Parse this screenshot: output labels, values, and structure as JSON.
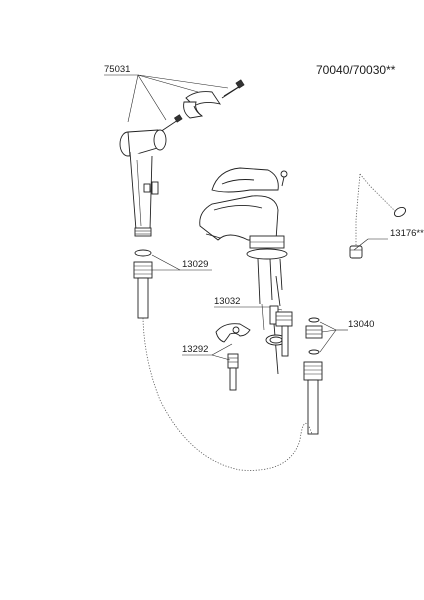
{
  "model_number": "70040/70030**",
  "parts": {
    "shower_holder": "75031",
    "hose_connector": "13029",
    "chain_plug": "13176**",
    "pop_up_rod": "13032",
    "mounting_set": "13292",
    "flexible_hoses": "13040"
  }
}
